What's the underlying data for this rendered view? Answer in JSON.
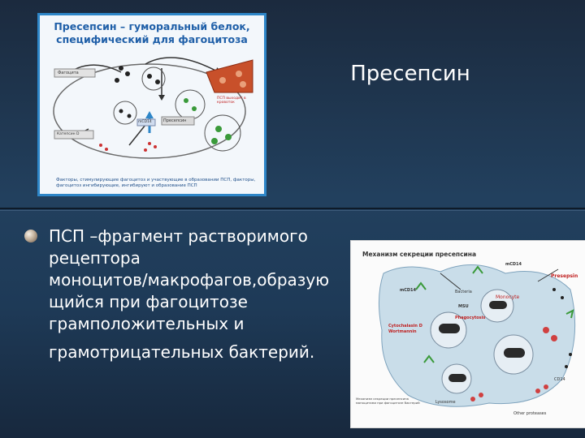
{
  "slide": {
    "title": "Пресепсин",
    "bullet_lines": [
      "ПСП –фрагмент растворимого",
      "рецептора",
      "моноцитов/макрофагов,образую",
      "щийся при фагоцитозе",
      "грамположительных и",
      "грамотрицательных бактерий."
    ]
  },
  "figure1": {
    "title_line1": "Пресепсин – гуморальный белок,",
    "title_line2": "специфический для фагоцитоза",
    "label_phagocyte": "Фагоцита",
    "label_cathepsin": "Катепсин D",
    "label_mcd14": "mCD14",
    "label_presepsin": "Пресепсин",
    "label_psp_release": "ПСП выходит в кровоток",
    "caption": "Факторы, стимулирующие фагоцитоз и участвующие в образовании ПСП, факторы, фагоцитоз ингибирующие, ингибируют и образование ПСП"
  },
  "figure2": {
    "title": "Механизм секреции пресепсина",
    "labels": {
      "mcd14_top": "mCD14",
      "mcd14_left": "mCD14",
      "presepsin": "Presepsin",
      "monocyte": "Monocyte",
      "bacteria": "Bacteria",
      "phagocytosis": "Phagocytosis",
      "cytochalasin": "Cytochalasin D",
      "wortmannin": "Wortmannin",
      "cd14": "CD14",
      "lysosome": "Lysosome",
      "other_proteases": "Other proteases",
      "msu": "MSU"
    },
    "caption": "Механизм секреции пресепсина моноцитами при фагоцитозе бактерий"
  },
  "colors": {
    "accent_blue": "#2e86c8",
    "text_white": "#ffffff",
    "red": "#c02020"
  }
}
